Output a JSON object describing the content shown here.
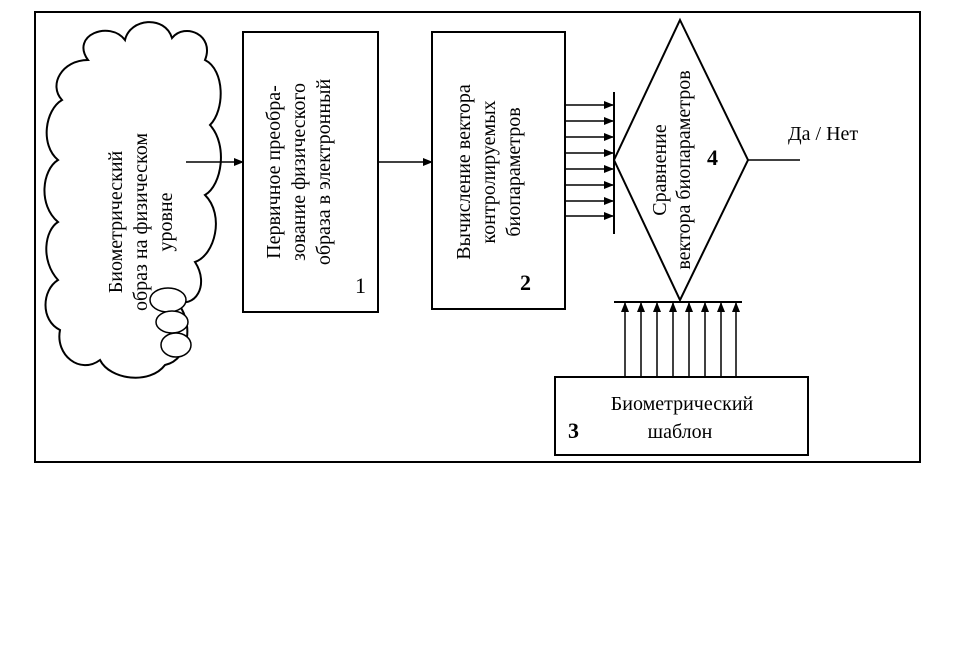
{
  "cloud": {
    "lines": [
      "Биометрический",
      "образ на физическом",
      "уровне"
    ]
  },
  "block1": {
    "lines": [
      "Первичное  преобра-",
      "зование  физического",
      "образа  в  электронный"
    ],
    "number": "1"
  },
  "block2": {
    "lines": [
      "Вычисление  вектора",
      "контролируемых",
      "биопараметров"
    ],
    "number": "2"
  },
  "block3": {
    "lines": [
      "Биометрический",
      "шаблон"
    ],
    "number": "3"
  },
  "block4": {
    "lines": [
      "Сравнение",
      "вектора биопараметров"
    ],
    "number": "4"
  },
  "output": {
    "label": "Да / Нет"
  }
}
